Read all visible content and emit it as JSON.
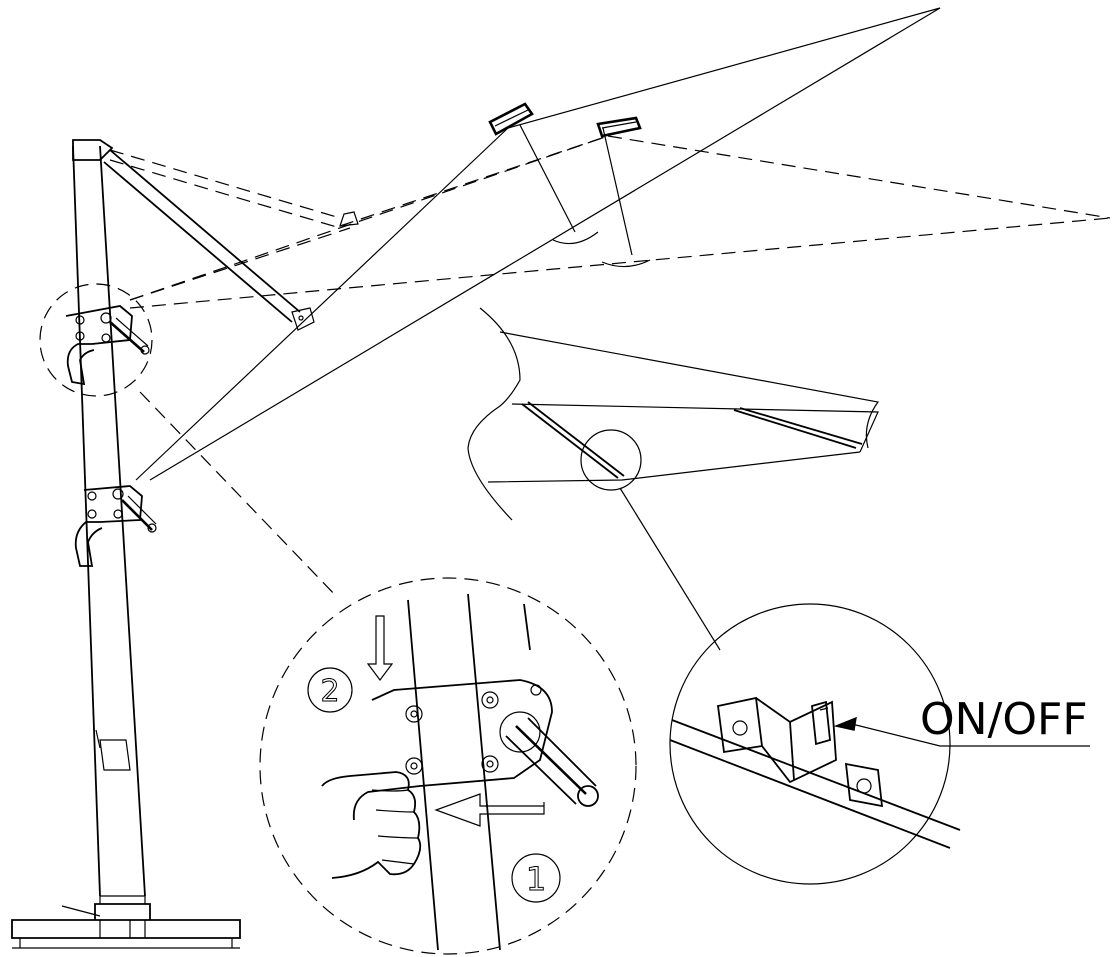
{
  "labels": {
    "switch": "ON/OFF",
    "step_one": "1",
    "step_two": "2"
  },
  "colors": {
    "line": "#000000",
    "background": "#ffffff"
  }
}
